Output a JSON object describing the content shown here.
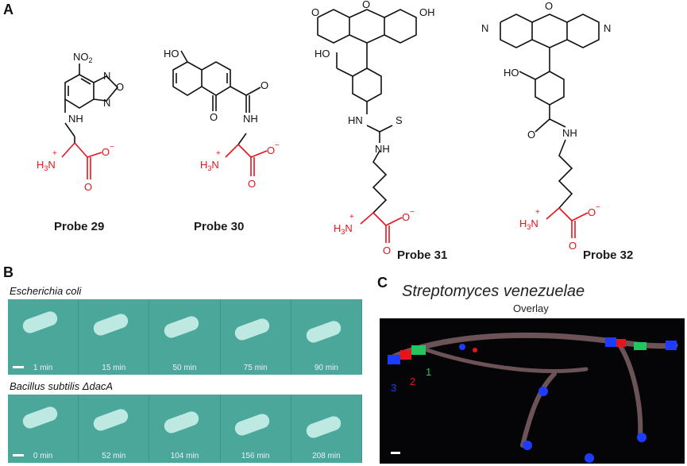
{
  "panels": {
    "a": "A",
    "b": "B",
    "c": "C"
  },
  "probes": [
    "Probe 29",
    "Probe 30",
    "Probe 31",
    "Probe 32"
  ],
  "atoms": {
    "no2": "NO",
    "no2_sub": "2",
    "nh": "NH",
    "n": "N",
    "o": "O",
    "ho": "HO",
    "h3n": "H",
    "h3n_sub": "3",
    "h3n_n": "N",
    "plus": "+",
    "minus": "−",
    "hn": "HN",
    "s": "S",
    "h": "H",
    "oh": "OH"
  },
  "panel_b": {
    "ecoli_title": "Escherichia coli",
    "ecoli_times": [
      "1 min",
      "15 min",
      "50 min",
      "75 min",
      "90 min"
    ],
    "bsub_title": "Bacillus subtilis ΔdacA",
    "bsub_times": [
      "0 min",
      "52 min",
      "104 min",
      "156 min",
      "208 min"
    ]
  },
  "panel_c": {
    "title": "Streptomyces venezuelae",
    "subtitle": "Overlay",
    "markers": [
      "1",
      "2",
      "3"
    ]
  },
  "colors": {
    "red": "#e8141c",
    "teal": "#4aa79a",
    "green": "#23c55e"
  }
}
